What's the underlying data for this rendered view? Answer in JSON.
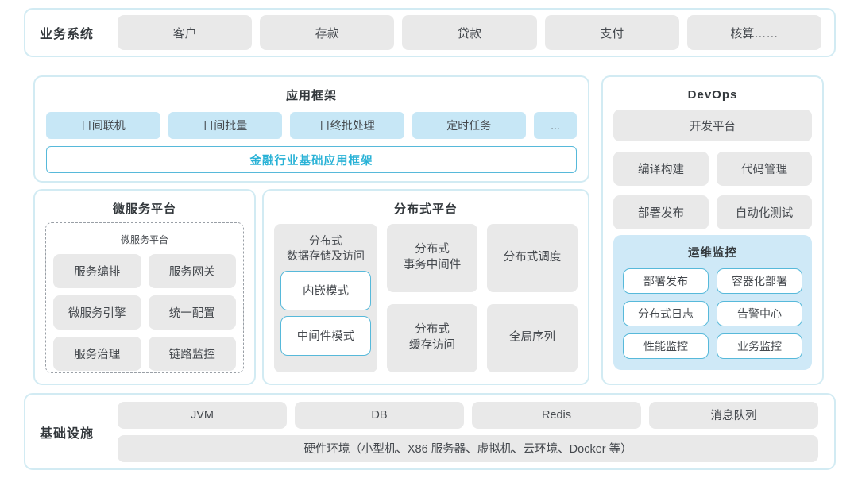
{
  "colors": {
    "panelBorder": "#d2ebf3",
    "grayFill": "#e9e9e9",
    "blueFill": "#c7e7f6",
    "panelBlue": "#cfe9f7",
    "accentBorder": "#57b9da",
    "accentText": "#29b2d6",
    "titleText": "#33383c",
    "bodyText": "#45494e",
    "dashedBorder": "#999fa6"
  },
  "business_systems": {
    "label": "业务系统",
    "items": [
      "客户",
      "存款",
      "贷款",
      "支付",
      "核算……"
    ]
  },
  "app_framework": {
    "title": "应用框架",
    "modules": [
      "日间联机",
      "日间批量",
      "日终批处理",
      "定时任务",
      "..."
    ],
    "base_framework": "金融行业基础应用框架"
  },
  "devops": {
    "title": "DevOps",
    "dev_platform": "开发平台",
    "tools": [
      "编译构建",
      "代码管理",
      "部署发布",
      "自动化测试"
    ],
    "ops_monitoring": {
      "title": "运维监控",
      "items": [
        "部署发布",
        "容器化部署",
        "分布式日志",
        "告警中心",
        "性能监控",
        "业务监控"
      ]
    }
  },
  "microservice_platform": {
    "title": "微服务平台",
    "inner_title": "微服务平台",
    "items": [
      "服务编排",
      "服务网关",
      "微服务引擎",
      "统一配置",
      "服务治理",
      "链路监控"
    ]
  },
  "distributed_platform": {
    "title": "分布式平台",
    "storage": {
      "label_line1": "分布式",
      "label_line2": "数据存储及访问",
      "modes": [
        "内嵌模式",
        "中间件模式"
      ]
    },
    "transaction_line1": "分布式",
    "transaction_line2": "事务中间件",
    "scheduling": "分布式调度",
    "cache_line1": "分布式",
    "cache_line2": "缓存访问",
    "global_sequence": "全局序列"
  },
  "infrastructure": {
    "label": "基础设施",
    "items": [
      "JVM",
      "DB",
      "Redis",
      "消息队列"
    ],
    "hardware": "硬件环境（小型机、X86 服务器、虚拟机、云环境、Docker 等）"
  }
}
